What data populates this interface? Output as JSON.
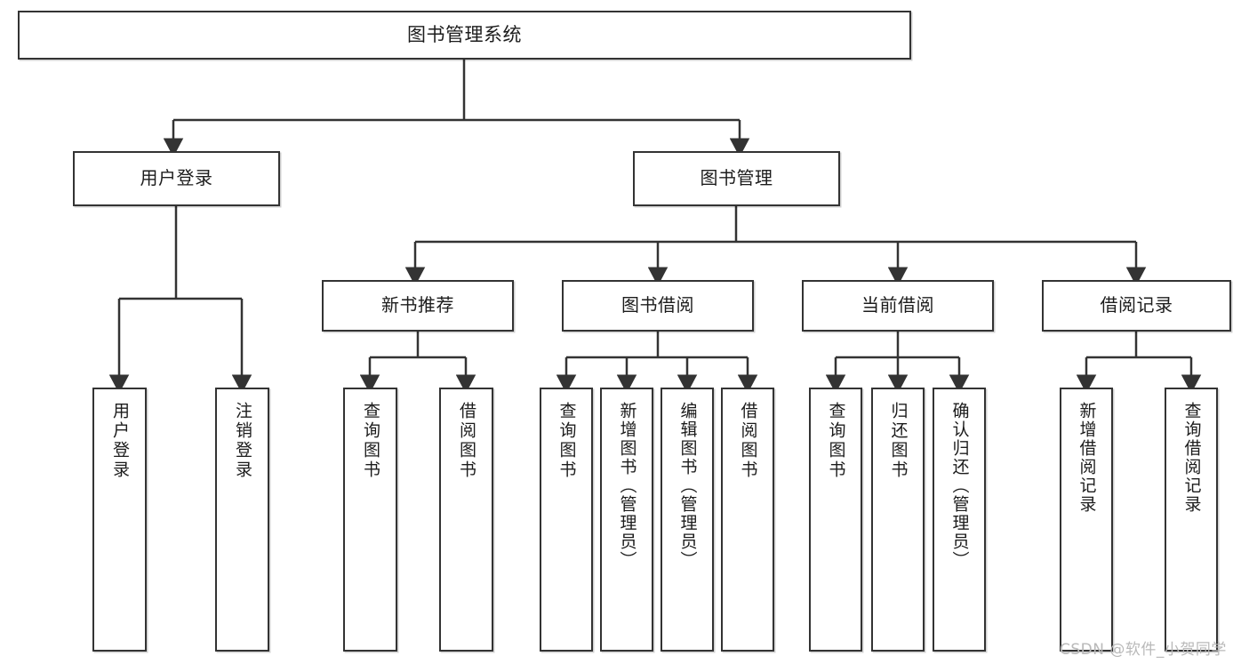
{
  "diagram": {
    "type": "tree-hierarchy-chart",
    "title": "图书管理系统",
    "line_color": "#333333",
    "box_fill": "#ffffff",
    "text_color": "#1c1c1c",
    "root": {
      "label": "图书管理系统"
    },
    "level2": [
      {
        "label": "用户登录"
      },
      {
        "label": "图书管理"
      }
    ],
    "level3": [
      {
        "label": "新书推荐"
      },
      {
        "label": "图书借阅"
      },
      {
        "label": "当前借阅"
      },
      {
        "label": "借阅记录"
      }
    ],
    "leaves": {
      "user_login": [
        {
          "label": "用户登录"
        },
        {
          "label": "注销登录"
        }
      ],
      "new_book_recommend": [
        {
          "label": "查询图书"
        },
        {
          "label": "借阅图书"
        }
      ],
      "book_borrow": [
        {
          "label": "查询图书"
        },
        {
          "label": "新增图书（管理员）"
        },
        {
          "label": "编辑图书（管理员）"
        },
        {
          "label": "借阅图书"
        }
      ],
      "current_borrow": [
        {
          "label": "查询图书"
        },
        {
          "label": "归还图书"
        },
        {
          "label": "确认归还（管理员）"
        }
      ],
      "borrow_record": [
        {
          "label": "新增借阅记录"
        },
        {
          "label": "查询借阅记录"
        }
      ]
    }
  },
  "watermark": {
    "text": "CSDN @软件_小贺同学"
  }
}
